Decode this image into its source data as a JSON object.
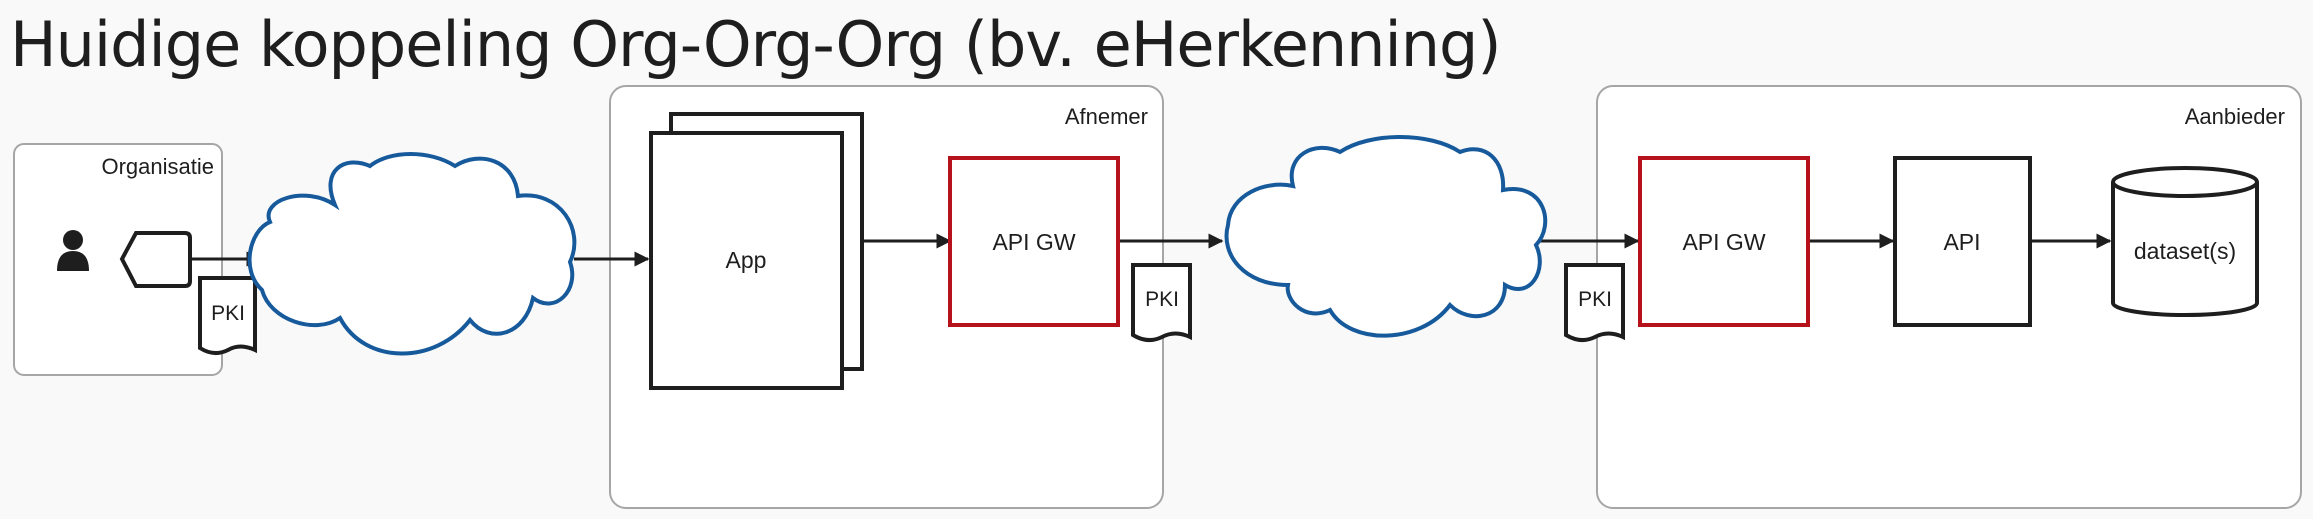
{
  "title": "Huidige koppeling Org-Org-Org (bv. eHerkenning)",
  "groups": {
    "organisatie": "Organisatie",
    "afnemer": "Afnemer",
    "aanbieder": "Aanbieder"
  },
  "nodes": {
    "app": "App",
    "api_gw_afnemer": "API GW",
    "api_gw_aanbieder": "API GW",
    "api": "API",
    "dataset": "dataset(s)",
    "pki_organisatie": "PKI",
    "pki_afnemer": "PKI",
    "pki_aanbieder": "PKI"
  },
  "colors": {
    "cloud_stroke": "#175a9c",
    "gateway_stroke": "#b5121b",
    "line": "#1e1e1e"
  },
  "icons": [
    "user-icon",
    "token-icon",
    "cloud-icon",
    "document-icon",
    "database-icon"
  ]
}
